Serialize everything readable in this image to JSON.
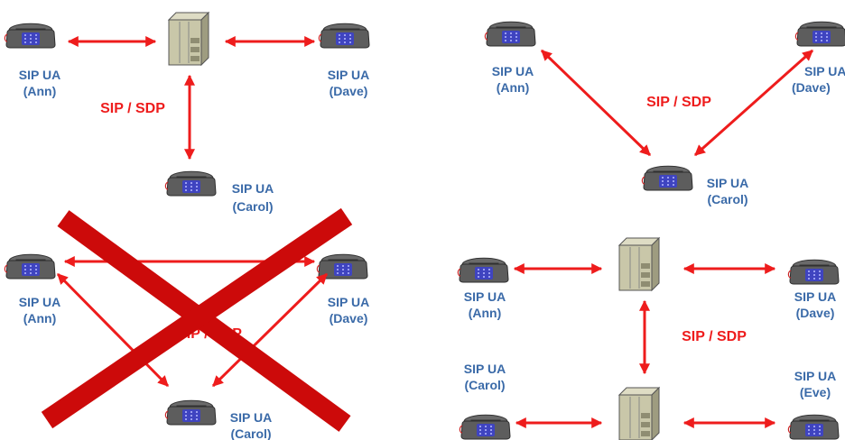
{
  "protocol_label": "SIP / SDP",
  "ua_title": "SIP UA",
  "names": {
    "ann": "(Ann)",
    "dave": "(Dave)",
    "carol": "(Carol)",
    "eve": "(Eve)"
  },
  "colors": {
    "arrow": "#ee1c1c",
    "cross": "#cc0a0a",
    "label": "#3a6aa8",
    "server_body": "#c9c7a9"
  },
  "icons": [
    "telephone-icon",
    "server-icon",
    "cross-out-icon"
  ]
}
